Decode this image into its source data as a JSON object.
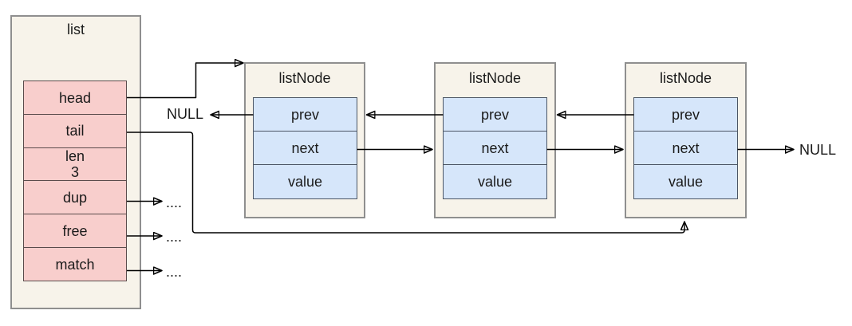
{
  "list": {
    "title": "list",
    "rows": [
      {
        "label": "head"
      },
      {
        "label": "tail"
      },
      {
        "label": "len",
        "value": "3"
      },
      {
        "label": "dup"
      },
      {
        "label": "free"
      },
      {
        "label": "match"
      }
    ]
  },
  "nodes": [
    {
      "title": "listNode",
      "fields": [
        "prev",
        "next",
        "value"
      ]
    },
    {
      "title": "listNode",
      "fields": [
        "prev",
        "next",
        "value"
      ]
    },
    {
      "title": "listNode",
      "fields": [
        "prev",
        "next",
        "value"
      ]
    }
  ],
  "labels": {
    "null_head_prev": "NULL",
    "null_tail_next": "NULL",
    "dots_dup": "....",
    "dots_free": "....",
    "dots_match": "...."
  },
  "colors": {
    "container_fill": "#f7f3ea",
    "container_border": "#8f8f8f",
    "list_field_fill": "#f8cecc",
    "list_field_border": "#5a4b4b",
    "node_field_fill": "#d6e6fa",
    "node_field_border": "#4b5564",
    "connector": "#000000",
    "text": "#1a1a1a"
  }
}
